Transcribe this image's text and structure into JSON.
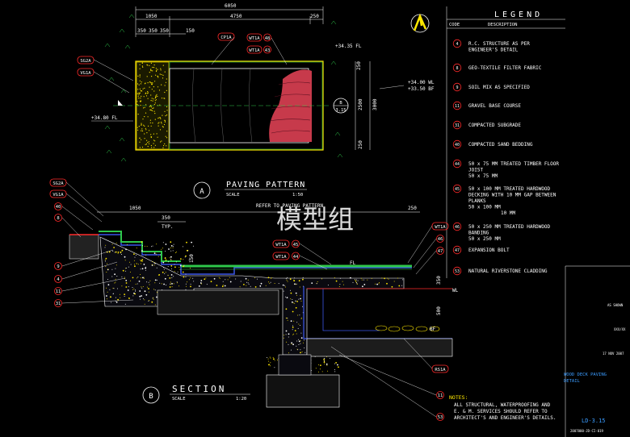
{
  "plan": {
    "dims_top": [
      "6050",
      "1050",
      "4750",
      "250",
      "350",
      "350",
      "350",
      "150"
    ],
    "dims_right": [
      "250",
      "2500",
      "3000",
      "250"
    ],
    "tags": [
      "CP1A",
      "WT1A",
      "48",
      "WT1A",
      "43",
      "SG2A",
      "VG1A"
    ],
    "levels": [
      "+34.35 FL",
      "+34.00 WL",
      "+33.50 BF",
      "+34.80 FL"
    ],
    "section_marker": [
      "B",
      "3.15"
    ],
    "title_letter": "A",
    "title": "PAVING PATTERN",
    "scale_label": "SCALE",
    "scale": "1:50"
  },
  "legend": {
    "title": "LEGEND",
    "col_code": "CODE",
    "col_desc": "DESCRIPTION",
    "items": [
      {
        "code": "4",
        "text": [
          "R.C. STRUCTURE AS PER",
          "ENGINEER'S DETAIL"
        ]
      },
      {
        "code": "8",
        "text": [
          "GEO-TEXTILE FILTER FABRIC"
        ]
      },
      {
        "code": "9",
        "text": [
          "SOIL MIX AS SPECIFIED"
        ]
      },
      {
        "code": "11",
        "text": [
          "GRAVEL BASE COURSE"
        ]
      },
      {
        "code": "31",
        "text": [
          "COMPACTED SUBGRADE"
        ]
      },
      {
        "code": "40",
        "text": [
          "COMPACTED SAND BEDDING"
        ]
      },
      {
        "code": "44",
        "text": [
          "50 x 75 MM TREATED TIMBER FLOOR",
          "JOIST",
          "50 x 75 MM"
        ]
      },
      {
        "code": "45",
        "text": [
          "50 x 100 MM TREATED HARDWOOD",
          "DECKING WITH 10 MM GAP BETWEEN",
          "PLANKS",
          "50 x 100 MM",
          "10 MM"
        ]
      },
      {
        "code": "46",
        "text": [
          "50 x 250 MM TREATED HARDWOOD",
          "BANDING",
          "50 x 250 MM"
        ]
      },
      {
        "code": "47",
        "text": [
          "EXPANSION BOLT"
        ]
      },
      {
        "code": "53",
        "text": [
          "NATURAL RIVERSTONE CLADDING"
        ]
      }
    ]
  },
  "section": {
    "left_tags": [
      "SG2A",
      "VG1A",
      "40",
      "8",
      "9",
      "4",
      "11",
      "31"
    ],
    "dims": [
      "1050",
      "350",
      "TYP.",
      "250",
      "150",
      "350",
      "500"
    ],
    "refer_note": "REFER TO PAVING PATTERN",
    "watermark": "模型组",
    "mid_tags": [
      "WT1A",
      "45",
      "WT1A",
      "44"
    ],
    "right_tags": [
      "WT1A",
      "46",
      "47",
      "RS1A",
      "11",
      "53"
    ],
    "labels": [
      "FL",
      "WL",
      "BF"
    ],
    "title_letter": "B",
    "title": "SECTION",
    "scale_label": "SCALE",
    "scale": "1:20"
  },
  "notes": {
    "title": "NOTES:",
    "lines": [
      "ALL STRUCTURAL, WATERPROOFING AND",
      "E. & M. SERVICES SHOULD REFER TO",
      "ARCHITECT'S AND ENGINEER'S DETAILS."
    ]
  },
  "title_block": {
    "drawing_title": [
      "WOOD DECK PAVING",
      "DETAIL"
    ],
    "small": [
      "AS SHOWN",
      "XXX/XX",
      "17 NOV 2007"
    ],
    "drawing_no": "LD-3.15",
    "bottom": "2007000-JD-CI-019"
  },
  "colors": {
    "bg": "#000000",
    "wood": "#c73a4b",
    "green": "#2ec84a",
    "blue": "#3b56e8",
    "yellow": "#ffe800",
    "red": "#ff2a2a",
    "magenta": "#ff33ff"
  }
}
